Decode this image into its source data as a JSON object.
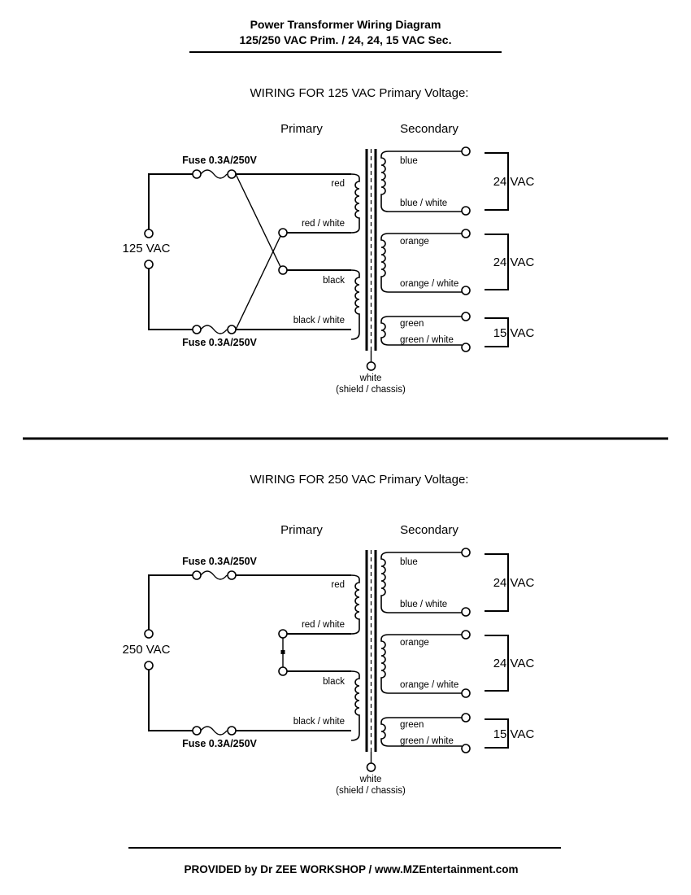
{
  "header": {
    "title_line1": "Power Transformer Wiring Diagram",
    "title_line2": "125/250 VAC Prim. / 24, 24, 15 VAC Sec."
  },
  "diagrams": [
    {
      "heading": "WIRING FOR 125 VAC Primary Voltage:",
      "primary_label": "Primary",
      "secondary_label": "Secondary",
      "input_label": "125 VAC",
      "fuse_top": "Fuse 0.3A/250V",
      "fuse_bottom": "Fuse 0.3A/250V",
      "primary_taps": {
        "red": "red",
        "red_white": "red / white",
        "black": "black",
        "black_white": "black / white"
      },
      "secondary_taps": {
        "blue": "blue",
        "blue_white": "blue / white",
        "orange": "orange",
        "orange_white": "orange / white",
        "green": "green",
        "green_white": "green / white"
      },
      "outputs": [
        "24 VAC",
        "24 VAC",
        "15 VAC"
      ],
      "shield_label": "white",
      "shield_sub": "(shield / chassis)"
    },
    {
      "heading": "WIRING FOR 250 VAC Primary Voltage:",
      "primary_label": "Primary",
      "secondary_label": "Secondary",
      "input_label": "250 VAC",
      "fuse_top": "Fuse 0.3A/250V",
      "fuse_bottom": "Fuse 0.3A/250V",
      "primary_taps": {
        "red": "red",
        "red_white": "red / white",
        "black": "black",
        "black_white": "black / white"
      },
      "secondary_taps": {
        "blue": "blue",
        "blue_white": "blue / white",
        "orange": "orange",
        "orange_white": "orange / white",
        "green": "green",
        "green_white": "green / white"
      },
      "outputs": [
        "24 VAC",
        "24 VAC",
        "15 VAC"
      ],
      "shield_label": "white",
      "shield_sub": "(shield / chassis)"
    }
  ],
  "footer": {
    "text": "PROVIDED by Dr ZEE WORKSHOP / www.MZEntertainment.com"
  }
}
